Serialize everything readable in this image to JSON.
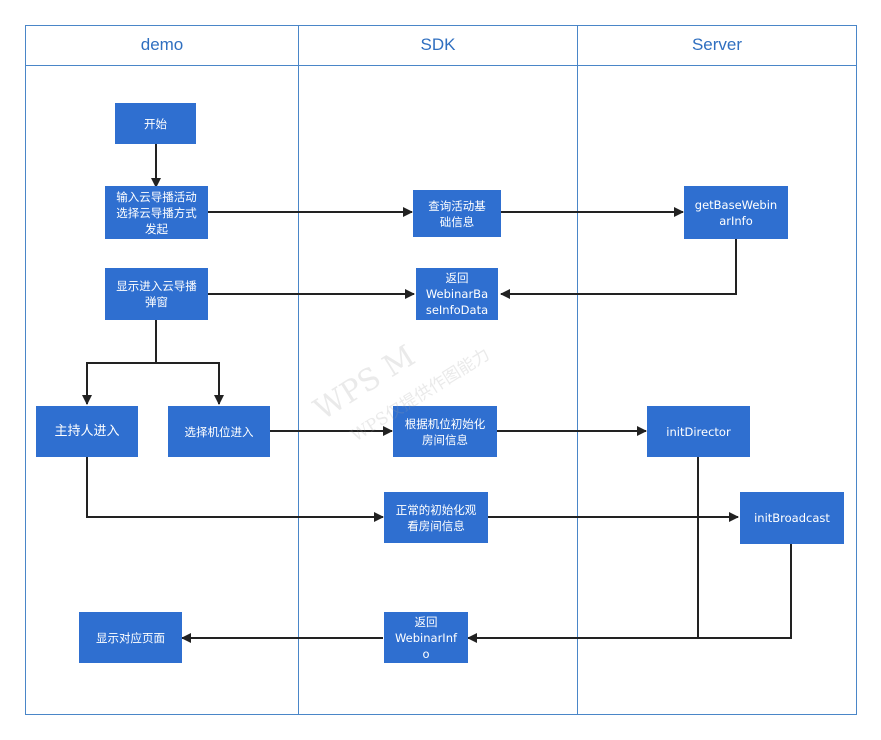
{
  "lanes": [
    {
      "id": "demo",
      "title": "demo"
    },
    {
      "id": "sdk",
      "title": "SDK"
    },
    {
      "id": "server",
      "title": "Server"
    }
  ],
  "nodes": {
    "start": "开始",
    "input_activity": "输入云导播活动\n选择云导播方式\n发起",
    "show_popup": "显示进入云导播\n弹窗",
    "host_enter": "主持人进入",
    "position_enter": "选择机位进入",
    "show_page": "显示对应页面",
    "query_info": "查询活动基\n础信息",
    "return_base": "返回\nWebinarBa\nseInfoData",
    "init_room_by_position": "根据机位初始化\n房间信息",
    "normal_init": "正常的初始化观\n看房间信息",
    "return_webinar": "返回\nWebinarInf\no",
    "get_base": "getBaseWebin\narInfo",
    "init_director": "initDirector",
    "init_broadcast": "initBroadcast"
  },
  "watermark": {
    "line1": "WPS M",
    "line2": "WPS仅提供作图能力"
  },
  "colors": {
    "box": "#2f6fd0",
    "lane_border": "#4a86c8",
    "lane_title": "#2f6fc0",
    "edge": "#222222"
  }
}
